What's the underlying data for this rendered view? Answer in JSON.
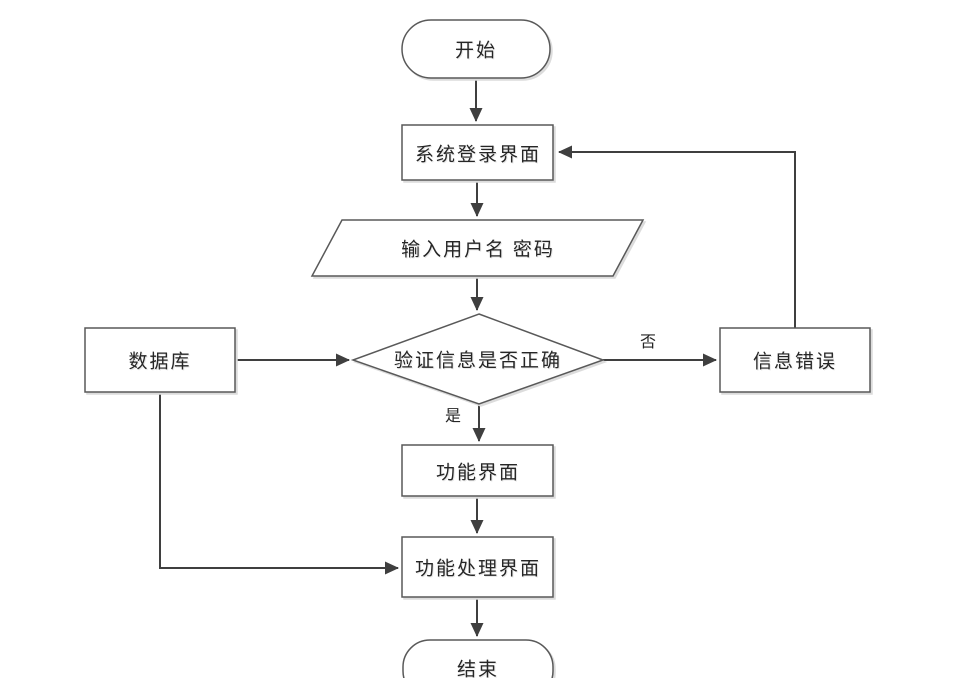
{
  "diagram": {
    "type": "flowchart",
    "language": "zh-CN",
    "colors": {
      "background": "#ffffff",
      "connector_line": "#3f3f3f",
      "shape_border": "#595959",
      "shape_fill": "#ffffff",
      "text": "#262626",
      "shadow": "#dcdcdc"
    },
    "nodes": [
      {
        "id": "start",
        "shape": "stadium",
        "label": "开始"
      },
      {
        "id": "login",
        "shape": "rect",
        "label": "系统登录界面"
      },
      {
        "id": "input",
        "shape": "parallelogram",
        "label": "输入用户名 密码"
      },
      {
        "id": "decision",
        "shape": "diamond",
        "label": "验证信息是否正确"
      },
      {
        "id": "database",
        "shape": "rect",
        "label": "数据库"
      },
      {
        "id": "error",
        "shape": "rect",
        "label": "信息错误"
      },
      {
        "id": "function",
        "shape": "rect",
        "label": "功能界面"
      },
      {
        "id": "process",
        "shape": "rect",
        "label": "功能处理界面"
      },
      {
        "id": "end",
        "shape": "stadium",
        "label": "结束"
      }
    ],
    "edges": [
      {
        "from": "start",
        "to": "login",
        "label": ""
      },
      {
        "from": "login",
        "to": "input",
        "label": ""
      },
      {
        "from": "input",
        "to": "decision",
        "label": ""
      },
      {
        "from": "database",
        "to": "decision",
        "label": ""
      },
      {
        "from": "decision",
        "to": "error",
        "label": "否"
      },
      {
        "from": "decision",
        "to": "function",
        "label": "是"
      },
      {
        "from": "function",
        "to": "process",
        "label": ""
      },
      {
        "from": "process",
        "to": "end",
        "label": ""
      },
      {
        "from": "database",
        "to": "process",
        "label": ""
      },
      {
        "from": "error",
        "to": "login",
        "label": ""
      }
    ],
    "edge_labels": {
      "no": "否",
      "yes": "是"
    }
  }
}
